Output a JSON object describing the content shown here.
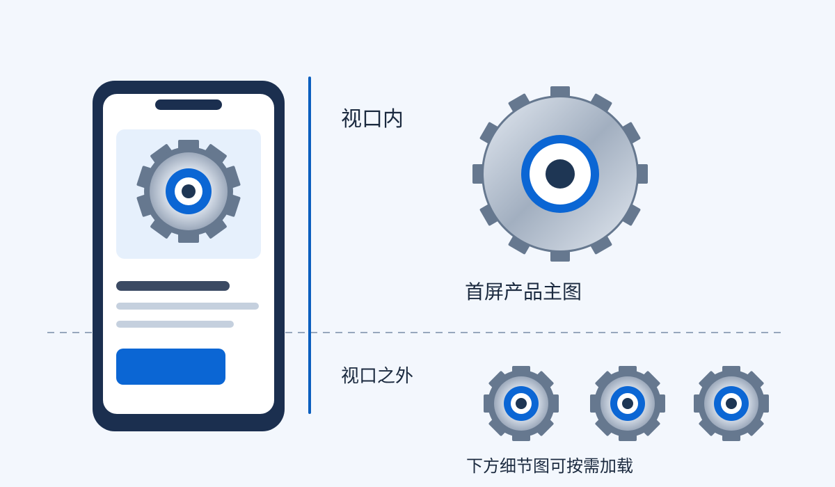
{
  "labels": {
    "inside_viewport": "视口内",
    "outside_viewport": "视口之外",
    "hero_image": "首屏产品主图",
    "detail_images": "下方细节图可按需加载"
  },
  "colors": {
    "background": "#f3f7fd",
    "phone_frame": "#1b2f4f",
    "screen": "#ffffff",
    "image_tile": "#e6f0fc",
    "gear_teeth": "#66788f",
    "accent_blue": "#0b66d4",
    "hub_dark": "#1e3654",
    "skeleton_dark": "#3b4a63",
    "skeleton_light": "#c5d0de",
    "divider": "#0b5fbf",
    "fold_line": "#97a7bd"
  },
  "icons": {
    "hero": "gear-icon",
    "phone_product": "gear-icon",
    "details": [
      "gear-icon",
      "gear-icon",
      "gear-icon"
    ]
  }
}
